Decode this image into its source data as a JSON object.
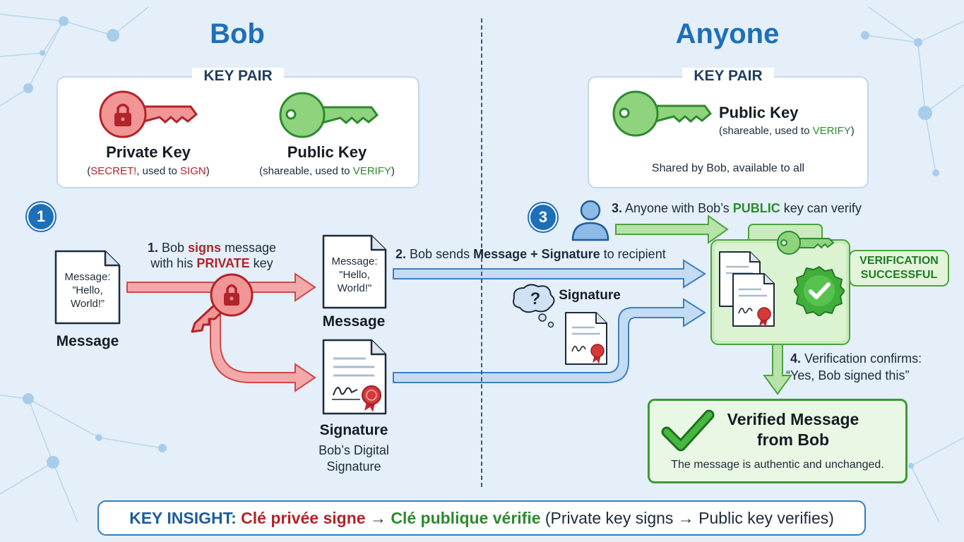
{
  "left_title": "Bob",
  "right_title": "Anyone",
  "left_keypair": {
    "label": "KEY PAIR",
    "private": {
      "name": "Private Key",
      "pre": "(",
      "secret": "SECRET!",
      "mid": ", used to ",
      "action": "SIGN",
      "post": ")"
    },
    "public": {
      "name": "Public Key",
      "pre": "(shareable, used to ",
      "action": "VERIFY",
      "post": ")"
    }
  },
  "right_keypair": {
    "label": "KEY PAIR",
    "public": {
      "name": "Public Key",
      "pre": "(shareable, used to ",
      "action": "VERIFY",
      "post": ")"
    },
    "shared": "Shared by Bob, available to all"
  },
  "badges": {
    "one": "1",
    "three": "3"
  },
  "message_doc": {
    "line1": "Message:",
    "line2": "”Hello,",
    "line3": "World!”",
    "label": "Message"
  },
  "sent_doc": {
    "line1": "Message:",
    "line2": "\"Hello,",
    "line3": "World!\"",
    "label": "Message"
  },
  "signature_doc": {
    "label": "Signature",
    "sub1": "Bob’s Digital",
    "sub2": "Signature"
  },
  "step1": {
    "num": "1.",
    "pre": " Bob ",
    "strong": "signs",
    "post": " message",
    "line2_pre": "with his ",
    "line2_strong": "PRIVATE",
    "line2_post": " key"
  },
  "step2": {
    "num": "2.",
    "pre": " Bob sends ",
    "strong": "Message + Signature",
    "post": " to recipient"
  },
  "step3": {
    "num": "3.",
    "pre": " Anyone with Bob’s ",
    "strong": "PUBLIC",
    "post": " key can verify"
  },
  "step4": {
    "line1_num": "4.",
    "line1": " Verification confirms:",
    "line2": "“Yes, Bob signed this”"
  },
  "floating_signature": {
    "label": "Signature",
    "question": "?"
  },
  "verification_badge": {
    "line1": "VERIFICATION",
    "line2": "SUCCESSFUL"
  },
  "verified": {
    "line1": "Verified Message",
    "line2": "from Bob",
    "sub": "The message is authentic and unchanged."
  },
  "insight": {
    "label": "KEY INSIGHT:",
    "fr_private": "Clé privée signe",
    "arrow": "→",
    "fr_public": "Clé publique vérifie",
    "english": "(Private key signs → Public key verifies)"
  },
  "icons": [
    "padlock-icon",
    "key-icon",
    "document-icon",
    "signature-seal-icon",
    "person-icon",
    "thought-bubble-icon",
    "checkmark-icon"
  ],
  "colors": {
    "accent_blue": "#1d6fb8",
    "private_red": "#d84848",
    "public_green": "#4caf50",
    "background": "#e4eff9"
  }
}
